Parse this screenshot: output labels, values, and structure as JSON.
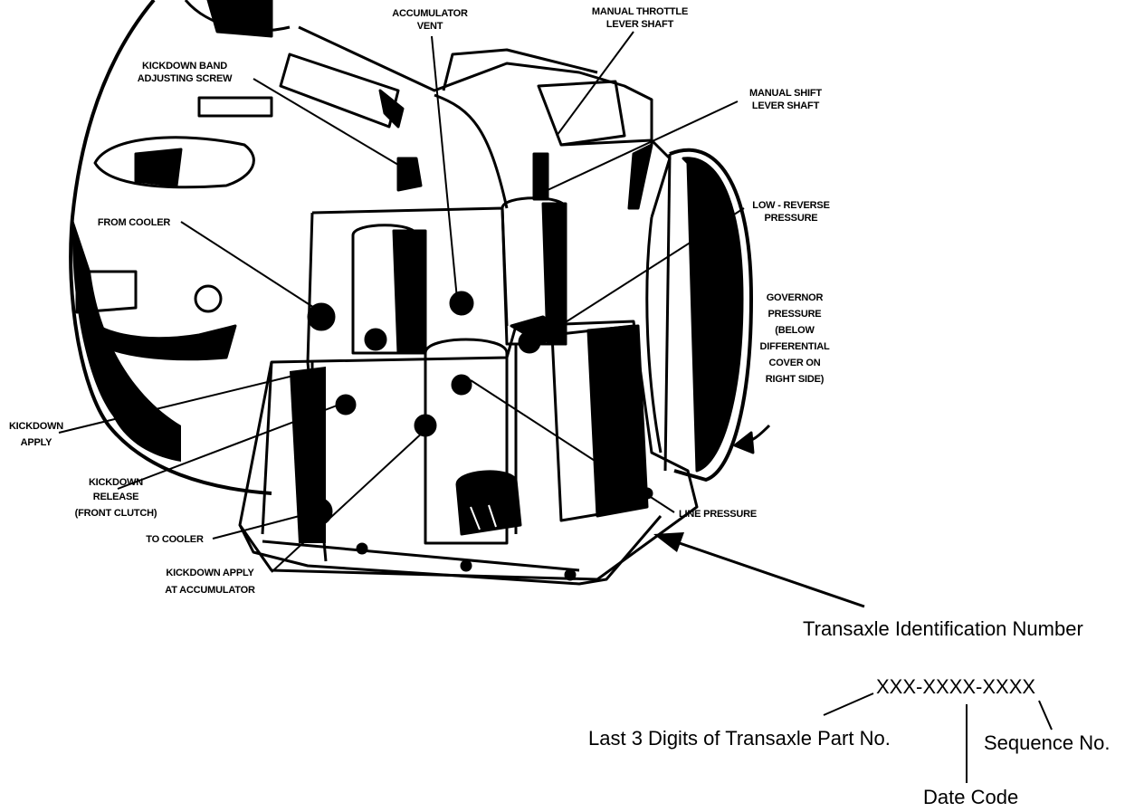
{
  "callouts": {
    "accumulator_vent": [
      "ACCUMULATOR",
      "VENT"
    ],
    "manual_throttle": [
      "MANUAL THROTTLE",
      "LEVER SHAFT"
    ],
    "kickdown_band": [
      "KICKDOWN BAND",
      "ADJUSTING SCREW"
    ],
    "manual_shift": [
      "MANUAL SHIFT",
      "LEVER SHAFT"
    ],
    "low_reverse": [
      "LOW - REVERSE",
      "PRESSURE"
    ],
    "from_cooler": [
      "FROM COOLER"
    ],
    "governor": [
      "GOVERNOR",
      "PRESSURE",
      "(BELOW",
      "DIFFERENTIAL",
      "COVER ON",
      "RIGHT SIDE)"
    ],
    "kickdown_apply": [
      "KICKDOWN",
      "APPLY"
    ],
    "kickdown_release": [
      "KICKDOWN",
      "RELEASE",
      "(FRONT CLUTCH)"
    ],
    "line_pressure": [
      "LINE PRESSURE"
    ],
    "to_cooler": [
      "TO COOLER"
    ],
    "kickdown_apply_accum": [
      "KICKDOWN APPLY",
      "AT ACCUMULATOR"
    ]
  },
  "id_block": {
    "title": "Transaxle Identification Number",
    "code": "XXX-XXXX-XXXX",
    "part_no": "Last 3 Digits of Transaxle Part No.",
    "sequence": "Sequence No.",
    "date_code": "Date Code"
  }
}
